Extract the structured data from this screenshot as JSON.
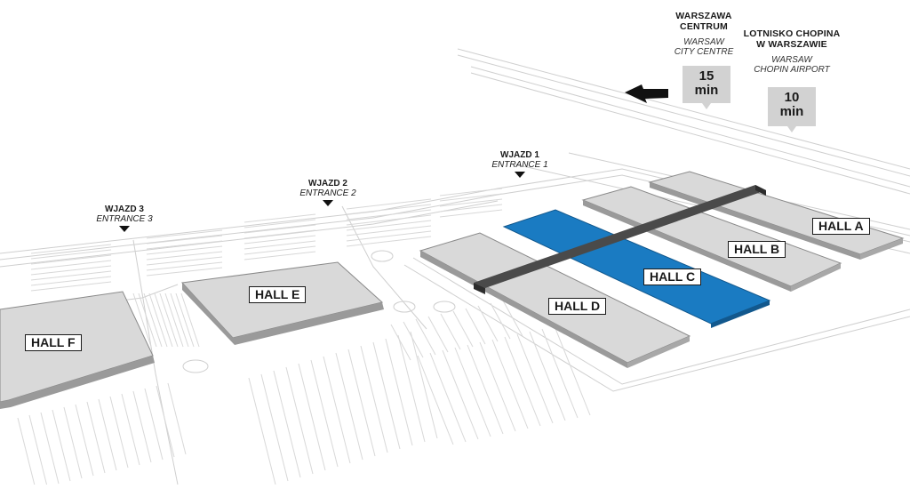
{
  "destinations": [
    {
      "name_pl": "WARSZAWA\nCENTRUM",
      "name_en": "WARSAW\nCITY CENTRE",
      "time_value": "15",
      "time_unit": "min"
    },
    {
      "name_pl": "LOTNISKO CHOPINA\nW WARSZAWIE",
      "name_en": "WARSAW\nCHOPIN AIRPORT",
      "time_value": "10",
      "time_unit": "min"
    }
  ],
  "entrances": [
    {
      "pl": "WJAZD 1",
      "en": "ENTRANCE 1"
    },
    {
      "pl": "WJAZD 2",
      "en": "ENTRANCE 2"
    },
    {
      "pl": "WJAZD 3",
      "en": "ENTRANCE 3"
    }
  ],
  "halls": {
    "a": "HALL A",
    "b": "HALL B",
    "c": "HALL C",
    "d": "HALL D",
    "e": "HALL E",
    "f": "HALL F"
  },
  "highlighted_hall": "HALL C",
  "colors": {
    "highlight": "#1a7bc2",
    "hall_fill": "#d9d9d9",
    "hall_edge": "#8a8a8a",
    "road_line": "#cfcfcf",
    "walkway": "#4a4a4a"
  }
}
